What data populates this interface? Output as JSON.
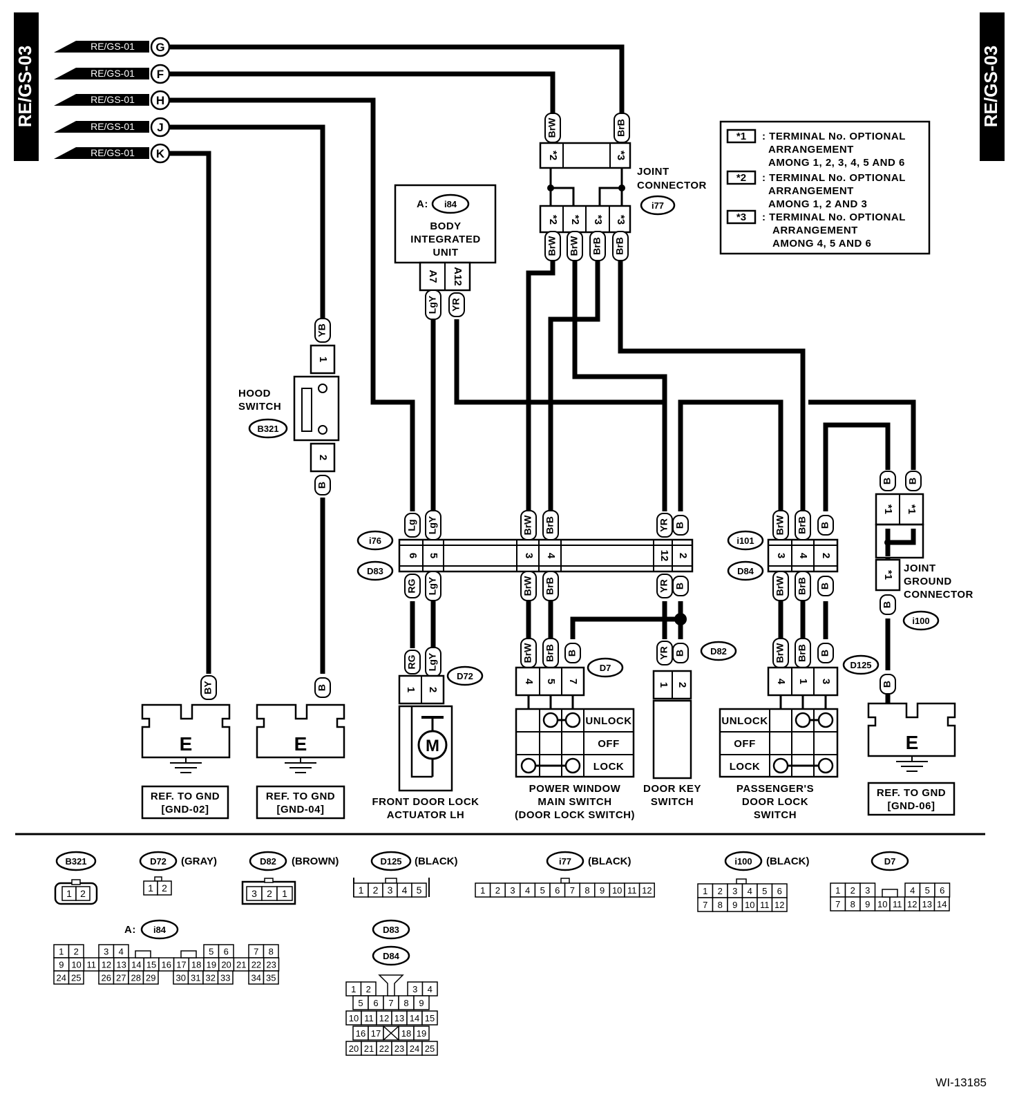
{
  "side_tabs": {
    "left": "RE/GS-03",
    "right": "RE/GS-03"
  },
  "inputs": [
    {
      "ref": "RE/GS-01",
      "letter": "G"
    },
    {
      "ref": "RE/GS-01",
      "letter": "F"
    },
    {
      "ref": "RE/GS-01",
      "letter": "H"
    },
    {
      "ref": "RE/GS-01",
      "letter": "J"
    },
    {
      "ref": "RE/GS-01",
      "letter": "K"
    }
  ],
  "legend": [
    {
      "mark": "*1",
      "lines": [
        ": TERMINAL No. OPTIONAL",
        "ARRANGEMENT",
        "AMONG 1, 2, 3, 4, 5 AND 6"
      ]
    },
    {
      "mark": "*2",
      "lines": [
        ": TERMINAL No. OPTIONAL",
        "ARRANGEMENT",
        "AMONG 1, 2 AND 3"
      ]
    },
    {
      "mark": "*3",
      "lines": [
        ": TERMINAL No. OPTIONAL",
        "ARRANGEMENT",
        "AMONG 4, 5 AND 6"
      ]
    }
  ],
  "components": {
    "joint_connector": {
      "label_1": "JOINT",
      "label_2": "CONNECTOR",
      "id": "i77"
    },
    "body_unit": {
      "prefix": "A:",
      "id": "i84",
      "line1": "BODY",
      "line2": "INTEGRATED",
      "line3": "UNIT",
      "pin_a7": "A7",
      "pin_a12": "A12"
    },
    "hood_switch": {
      "line1": "HOOD",
      "line2": "SWITCH",
      "id": "B321"
    },
    "joint_ground": {
      "line1": "JOINT",
      "line2": "GROUND",
      "line3": "CONNECTOR",
      "id": "i100"
    },
    "conn_ids": {
      "i76": "i76",
      "D83": "D83",
      "i101": "i101",
      "D84": "D84",
      "D72": "D72",
      "D7": "D7",
      "D82": "D82",
      "D125": "D125"
    },
    "motor": "M",
    "front_door_lock": {
      "line1": "FRONT DOOR LOCK",
      "line2": "ACTUATOR LH"
    },
    "power_window": {
      "line1": "POWER WINDOW",
      "line2": "MAIN SWITCH",
      "line3": "(DOOR LOCK SWITCH)",
      "unlock": "UNLOCK",
      "off": "OFF",
      "lock": "LOCK"
    },
    "door_key": {
      "line1": "DOOR KEY",
      "line2": "SWITCH"
    },
    "passenger_switch": {
      "line1": "PASSENGER'S",
      "line2": "DOOR LOCK",
      "line3": "SWITCH",
      "unlock": "UNLOCK",
      "off": "OFF",
      "lock": "LOCK"
    },
    "grounds": [
      {
        "letter": "E",
        "ref1": "REF. TO GND",
        "ref2": "[GND-02]"
      },
      {
        "letter": "E",
        "ref1": "REF. TO GND",
        "ref2": "[GND-04]"
      },
      {
        "letter": "E",
        "ref1": "REF. TO GND",
        "ref2": "[GND-06]"
      }
    ]
  },
  "wire_colors": {
    "BrW": "BrW",
    "BrB": "BrB",
    "B": "B",
    "BY": "BY",
    "YB": "YB",
    "Lg": "Lg",
    "LgY": "LgY",
    "YR": "YR",
    "RG": "RG"
  },
  "pin_marks": {
    "s1": "*1",
    "s2": "*2",
    "s3": "*3"
  },
  "pins": {
    "p1": "1",
    "p2": "2",
    "p3": "3",
    "p4": "4",
    "p5": "5",
    "p6": "6",
    "p7": "7",
    "p12": "12"
  },
  "connector_views": {
    "B321": {
      "id": "B321",
      "color": "",
      "pins": [
        "1",
        "2"
      ]
    },
    "D72": {
      "id": "D72",
      "color": "(GRAY)",
      "pins": [
        "1",
        "2"
      ]
    },
    "D82": {
      "id": "D82",
      "color": "(BROWN)",
      "pins": [
        "3",
        "2",
        "1"
      ]
    },
    "D125": {
      "id": "D125",
      "color": "(BLACK)",
      "pins": [
        "1",
        "2",
        "3",
        "4",
        "5"
      ]
    },
    "i77": {
      "id": "i77",
      "color": "(BLACK)",
      "pins": [
        "1",
        "2",
        "3",
        "4",
        "5",
        "6",
        "7",
        "8",
        "9",
        "10",
        "11",
        "12"
      ]
    },
    "i100": {
      "id": "i100",
      "color": "(BLACK)",
      "rows": [
        [
          "1",
          "2",
          "3",
          "4",
          "5",
          "6"
        ],
        [
          "7",
          "8",
          "9",
          "10",
          "11",
          "12"
        ]
      ]
    },
    "D7": {
      "id": "D7",
      "rows": [
        [
          "1",
          "2",
          "3",
          "4",
          "5",
          "6"
        ],
        [
          "7",
          "8",
          "9",
          "10",
          "11",
          "12",
          "13",
          "14"
        ]
      ]
    },
    "i84": {
      "prefix": "A:",
      "id": "i84",
      "rows": [
        [
          "1",
          "2",
          "3",
          "4",
          "5",
          "6",
          "7",
          "8"
        ],
        [
          "9",
          "10",
          "11",
          "12",
          "13",
          "14",
          "15",
          "16",
          "17",
          "18",
          "19",
          "20",
          "21",
          "22",
          "23"
        ],
        [
          "24",
          "25",
          "26",
          "27",
          "28",
          "29",
          "30",
          "31",
          "32",
          "33",
          "34",
          "35"
        ]
      ]
    },
    "D83D84": {
      "id1": "D83",
      "id2": "D84",
      "rows": [
        [
          "1",
          "2",
          "3",
          "4"
        ],
        [
          "5",
          "6",
          "7",
          "8",
          "9"
        ],
        [
          "10",
          "11",
          "12",
          "13",
          "14",
          "15"
        ],
        [
          "16",
          "17",
          "18",
          "19"
        ],
        [
          "20",
          "21",
          "22",
          "23",
          "24",
          "25"
        ]
      ]
    }
  },
  "figure_id": "WI-13185"
}
